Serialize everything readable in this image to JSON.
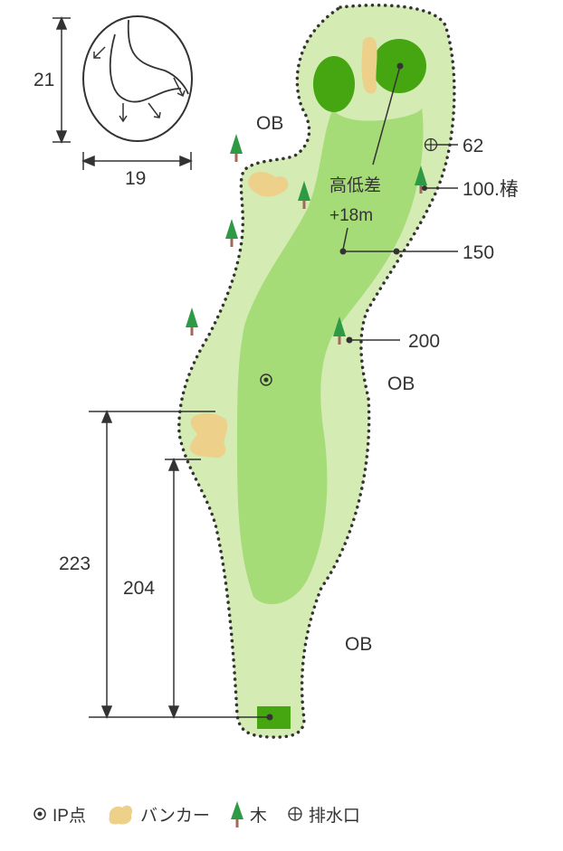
{
  "green_dimensions": {
    "depth": "21",
    "width": "19"
  },
  "labels": {
    "ob_top": "OB",
    "ob_right": "OB",
    "ob_bottom": "OB",
    "elevation_title": "高低差",
    "elevation_value": "+18m"
  },
  "distance_markers": {
    "d62": "62",
    "d100": "100.椿",
    "d150": "150",
    "d200": "200"
  },
  "tee_distances": {
    "back": "223",
    "front": "204"
  },
  "legend": {
    "ip": "IP点",
    "bunker": "バンカー",
    "tree": "木",
    "drain": "排水口"
  },
  "colors": {
    "rough": "#d4ebb4",
    "fairway": "#a5dc78",
    "green": "#46a612",
    "tee": "#46a612",
    "bunker": "#edd08a",
    "tree": "#2f9a45",
    "trunk": "#a06a5a",
    "ob_line": "#333333"
  }
}
